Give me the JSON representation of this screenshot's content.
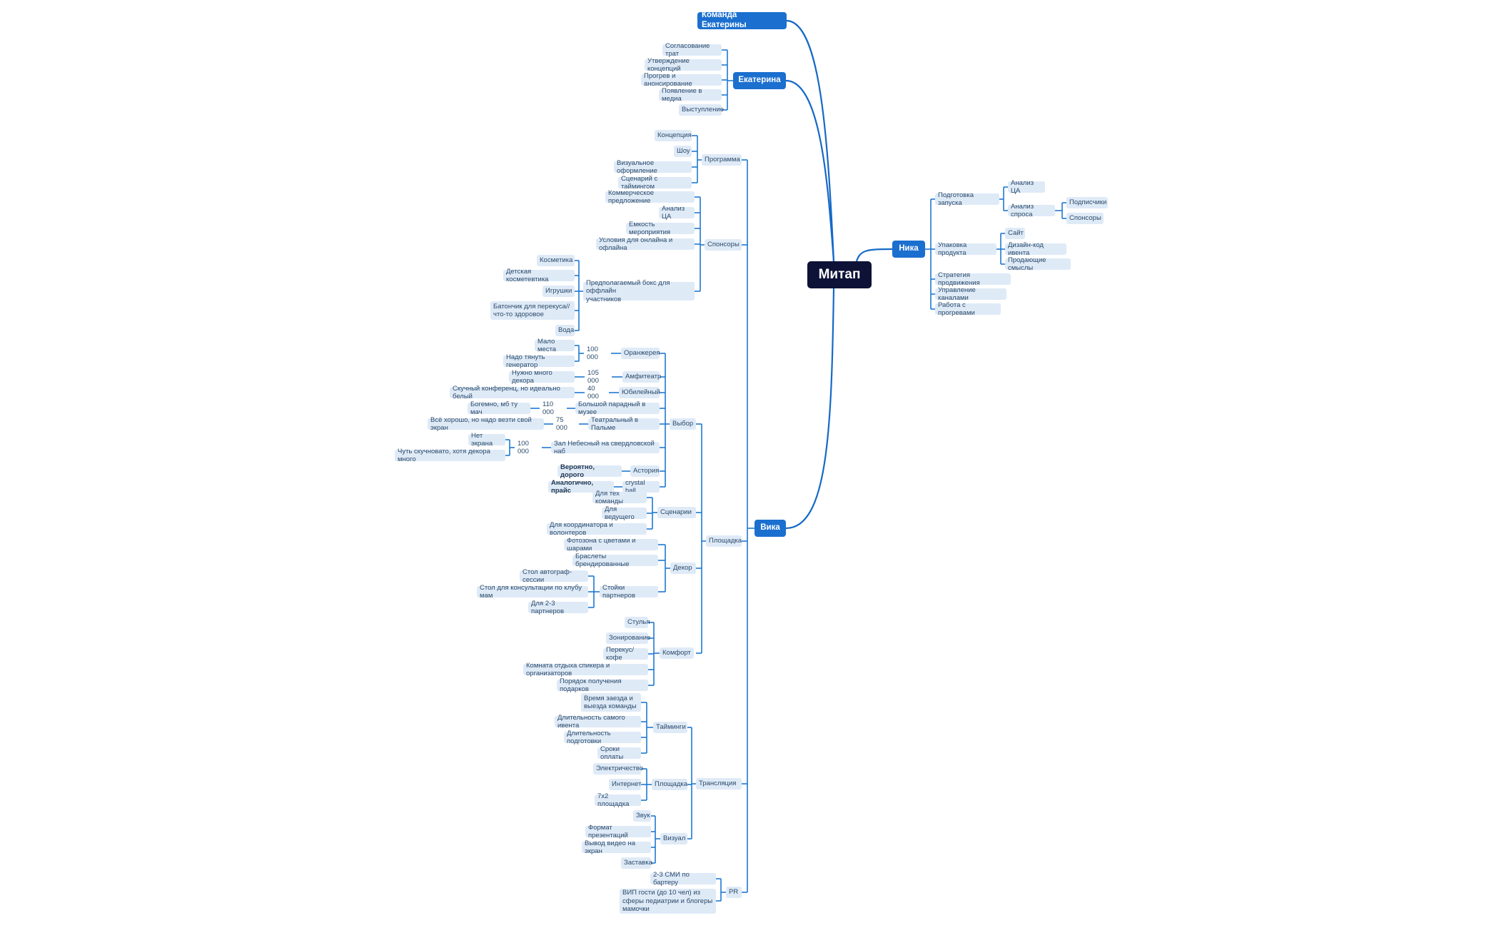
{
  "mindmap": {
    "root": "Митап",
    "branches": {
      "komanda": "Команда Екатерины",
      "ekaterina": {
        "label": "Екатерина",
        "items": [
          "Согласование трат",
          "Утверждение концепций",
          "Прогрев и анонсирование",
          "Появление в медиа",
          "Выступление"
        ]
      },
      "nika": {
        "label": "Ника",
        "podgotovka": {
          "label": "Подготовка запуска",
          "analiz_ca": "Анализ ЦА",
          "analiz_sprosa": "Анализ спроса",
          "podpischiki": "Подписчики",
          "sponsory": "Спонсоры"
        },
        "upakovka": {
          "label": "Упаковка продукта",
          "sait": "Сайт",
          "dizain": "Дизайн-код ивента",
          "smysly": "Продающие смыслы"
        },
        "strategiya": "Стратегия продвижения",
        "kanaly": "Управление каналами",
        "progrevy": "Работа с прогревами"
      },
      "vika": {
        "label": "Вика",
        "programma": {
          "label": "Программа",
          "items": [
            "Концепция",
            "Шоу",
            "Визуальное оформление",
            "Сценарий с таймингом"
          ]
        },
        "sponsors": {
          "label": "Спонсоры",
          "kp": "Коммерческое предложение",
          "analiz": "Анализ ЦА",
          "emkost": "Емкость мероприятия",
          "usloviya": "Условия для онлайна и офлайна",
          "box": {
            "label": "Предполагаемый бокс для оффлайн\nучастников",
            "items": [
              "Косметика",
              "Детская косметевтика",
              "Игрушки",
              "Батончик для перекуса//\nчто-то здоровое",
              "Вода"
            ]
          }
        },
        "ploshadka": {
          "label": "Площадка",
          "vybor": {
            "label": "Выбор",
            "oranzhereya": {
              "label": "Оранжерея",
              "price": "100 000",
              "notes": [
                "Мало места",
                "Надо тянуть генератор"
              ]
            },
            "amfiteatr": {
              "label": "Амфитеатр",
              "price": "105 000",
              "note": "Нужно много декора"
            },
            "yubileiny": {
              "label": "Юбилейный",
              "price": "40 000",
              "note": "Скучный конференц, но идеально белый"
            },
            "muzei": {
              "label": "Большой парадный в музее",
              "price": "110 000",
              "note": "Богемно, мб ту мач"
            },
            "teatralny": {
              "label": "Театральный в Пальме",
              "price": "75 000",
              "note": "Всё хорошо, но надо везти свой экран"
            },
            "nebesny": {
              "label": "Зал Небесный на свердловской наб",
              "price": "100 000",
              "notes": [
                "Нет экрана",
                "Чуть скучновато, хотя декора много"
              ]
            },
            "astoriya": {
              "label": "Астория",
              "note": "Вероятно, дорого"
            },
            "crystal": {
              "label": "crystal hall",
              "note": "Аналогично, прайс"
            }
          },
          "scenarii": {
            "label": "Сценарии",
            "items": [
              "Для тех команды",
              "Для ведущего",
              "Для координатора и волонтеров"
            ]
          },
          "dekor": {
            "label": "Декор",
            "items": [
              "Фотозона с цветами и шарами",
              "Браслеты брендированные"
            ],
            "stoiki": {
              "label": "Стойки партнеров",
              "items": [
                "Стол автограф-сессии",
                "Стол для консультации по клубу мам",
                "Для 2-3 партнеров"
              ]
            }
          },
          "komfort": {
            "label": "Комфорт",
            "items": [
              "Стулья",
              "Зонирование",
              "Перекус/кофе",
              "Комната отдыха спикера и организаторов",
              "Порядок получения подарков"
            ]
          }
        },
        "translyaciya": {
          "label": "Трансляция",
          "taimingi": {
            "label": "Тайминги",
            "items": [
              "Время заезда и\nвыезда команды",
              "Длительность самого ивента",
              "Длительность подготовки",
              "Сроки оплаты"
            ]
          },
          "ploshadka": {
            "label": "Площадка",
            "items": [
              "Электричество",
              "Интернет",
              "7х2 площадка"
            ]
          },
          "vizual": {
            "label": "Визуал",
            "items": [
              "Звук",
              "Формат презентаций",
              "Вывод видео на экран",
              "Заставка"
            ]
          }
        },
        "pr": {
          "label": "PR",
          "items": [
            "2-3 СМИ по бартеру",
            "ВИП гости (до 10 чел) из\nсферы педиатрии и блогеры\nмамочки"
          ]
        }
      }
    }
  }
}
